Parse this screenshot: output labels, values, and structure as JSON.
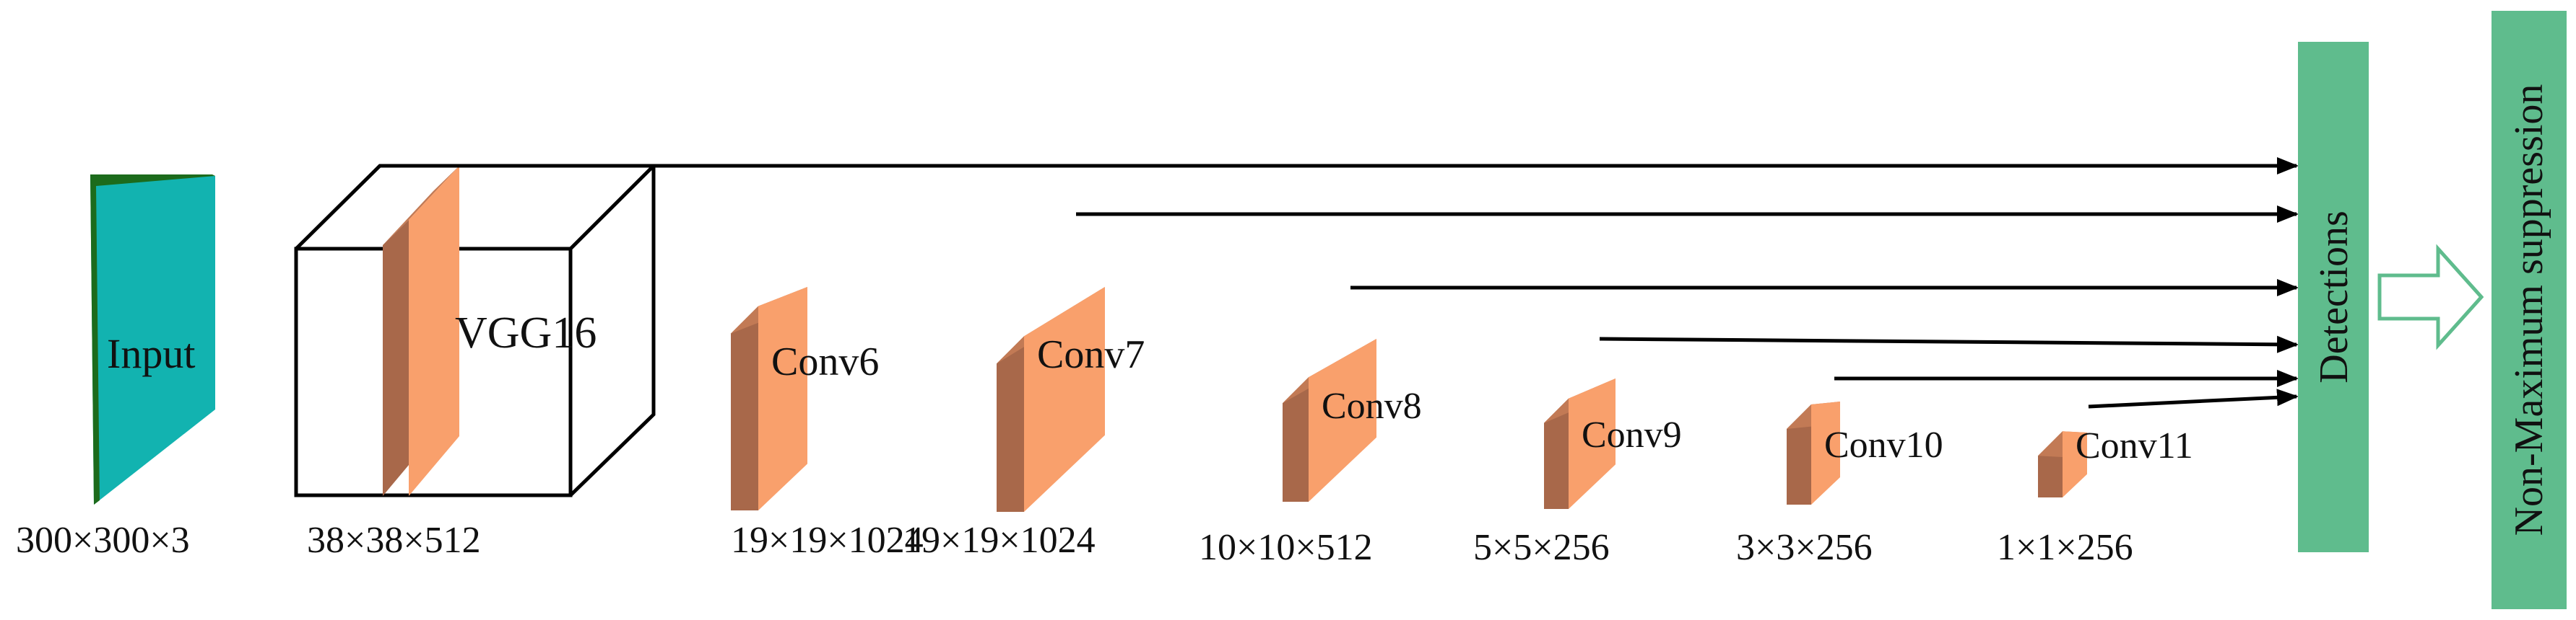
{
  "input": {
    "label": "Input",
    "dims": "300×300×3",
    "colors": {
      "face": "#12b3b0",
      "edge": "#1c6b1c"
    }
  },
  "backbone": {
    "label": "VGG16",
    "dims": "38×38×512"
  },
  "layers": [
    {
      "label": "Conv6",
      "dims": "19×19×1024"
    },
    {
      "label": "Conv7",
      "dims": "19×19×1024"
    },
    {
      "label": "Conv8",
      "dims": "10×10×512"
    },
    {
      "label": "Conv9",
      "dims": "5×5×256"
    },
    {
      "label": "Conv10",
      "dims": "3×3×256"
    },
    {
      "label": "Conv11",
      "dims": "1×1×256"
    }
  ],
  "feature_map_colors": {
    "front": "#f9a06c",
    "side": "#a8684a",
    "top": "#c27a55"
  },
  "detections": {
    "label": "Detections",
    "color": "#5fbc8d"
  },
  "nms": {
    "label": "Non-Maximum suppression",
    "color": "#5fbc8d"
  },
  "transition_arrow": {
    "icon": "hollow-right-arrow-icon",
    "color": "#5fbc8d"
  }
}
